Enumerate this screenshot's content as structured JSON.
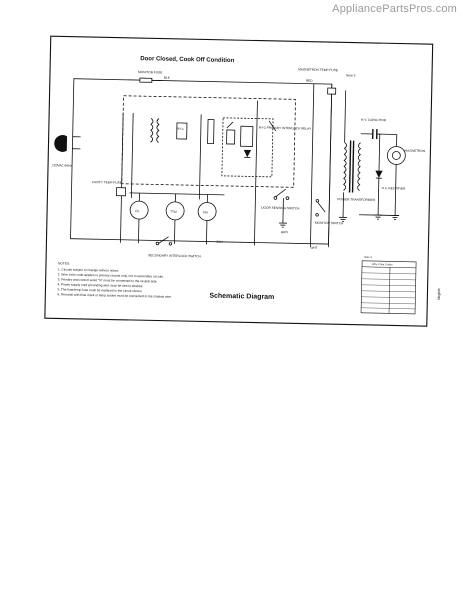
{
  "watermark": "AppliancePartsPros.com",
  "diagram": {
    "condition_title": "Door Closed, Cook Off Condition",
    "footer_title": "Schematic Diagram",
    "side_code": "Illegible",
    "labels": {
      "monitor_fuse": "MONITOR FUSE",
      "magnetron_temp_fuse": "MAGNETRON TEMP FUSE",
      "note": "Note 5",
      "power_supply_cord": "120VAC 60Hz",
      "cavity_temp_fuse": "CAVITY TEMP FUSE",
      "fan_motor": "FM",
      "oven_lamp": "OL",
      "turntable_motor": "TTM",
      "relay_primary": "RY-2 PRIMARY INTERLOCK RELAY",
      "relay_1": "RY-1",
      "door_sensing_switch": "DOOR SENSING SWITCH",
      "secondary_interlock": "SECONDARY INTERLOCK SWITCH",
      "monitor_switch": "MONITOR SWITCH",
      "hv_capacitor": "H.V. CAPACITOR",
      "hv_transformer": "POWER TRANSFORMER",
      "hv_rectifier": "H.V. RECTIFIER",
      "magnetron": "MAGNETRON",
      "ground": "GRN",
      "wire_black": "BLK",
      "wire_red": "RED",
      "wire_white": "WHT",
      "wire_blue": "BLU"
    },
    "notes_heading": "NOTES:",
    "notes": [
      "1. Circuits subject to change without notice.",
      "2. Wire color code applies to primary circuits only, not to secondary circuits.",
      "3. Primary and control wires \"N\" must be connected to the neutral side.",
      "4. Power supply cord grounding wire must be tied to chassis.",
      "5. The fuse/temp fuse must be replaced in the circuit shown.",
      "6. Terminal with blue mark or lamp socket must be connected to the chassis wire."
    ],
    "table_title": "Wire Color Codes",
    "table_note": "Note 3"
  },
  "colors": {
    "ink": "#111111",
    "paper": "#ffffff",
    "watermark": "#9a9a9a"
  }
}
